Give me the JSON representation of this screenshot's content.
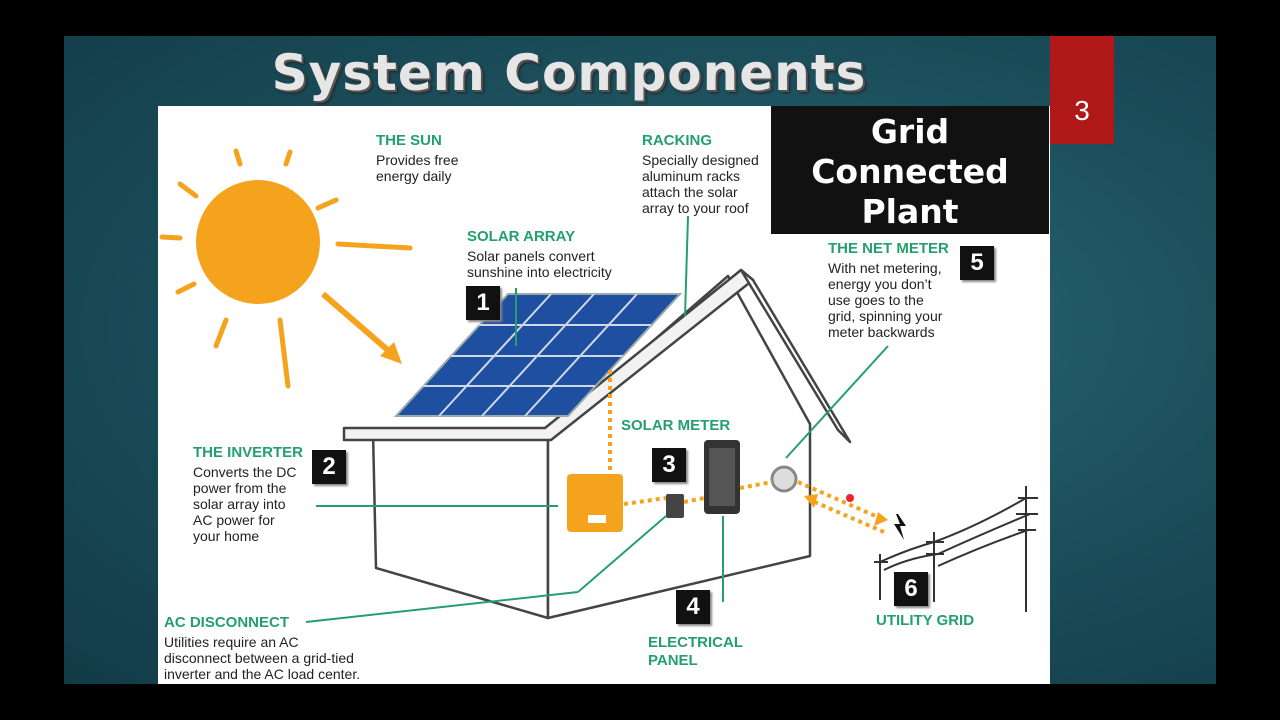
{
  "slide": {
    "title": "System Components",
    "page_number": "3",
    "grid_box": [
      "Grid",
      "Connected",
      "Plant"
    ]
  },
  "components": {
    "sun": {
      "label": "THE SUN",
      "desc": [
        "Provides free",
        "energy daily"
      ]
    },
    "racking": {
      "label": "RACKING",
      "desc": [
        "Specially designed",
        "aluminum racks",
        "attach the solar",
        "array to your roof"
      ]
    },
    "solar_array": {
      "label": "SOLAR ARRAY",
      "number": "1",
      "desc": [
        "Solar panels convert",
        "sunshine into electricity"
      ]
    },
    "net_meter": {
      "label": "THE NET METER",
      "number": "5",
      "desc": [
        "With net metering,",
        "energy you don’t",
        "use goes to the",
        "grid, spinning your",
        "meter backwards"
      ]
    },
    "solar_meter": {
      "label": "SOLAR METER",
      "number": "3"
    },
    "inverter": {
      "label": "THE INVERTER",
      "number": "2",
      "desc": [
        "Converts the DC",
        "power from the",
        "solar array into",
        "AC power for",
        "your home"
      ]
    },
    "ac_disconnect": {
      "label": "AC DISCONNECT",
      "desc": [
        "Utilities require an AC",
        "disconnect between a grid-tied",
        "inverter and the AC load center."
      ]
    },
    "electrical_panel": {
      "label": "ELECTRICAL",
      "label2": "PANEL",
      "number": "4"
    },
    "utility_grid": {
      "label": "UTILITY GRID",
      "number": "6"
    }
  },
  "colors": {
    "accent_green": "#23a06e",
    "sun_orange": "#f5a31d",
    "panel_blue": "#1f4fa0",
    "page_red": "#b01717"
  }
}
